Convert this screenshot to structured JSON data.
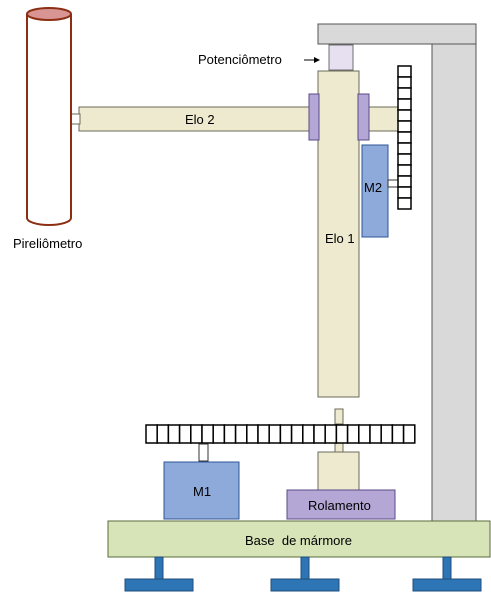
{
  "labels": {
    "potenciometro": "Potenciômetro",
    "elo2": "Elo 2",
    "elo1": "Elo 1",
    "m2": "M2",
    "pireliometro": "Pireliômetro",
    "m1": "M1",
    "rolamento": "Rolamento",
    "base": "Base  de mármore"
  },
  "colors": {
    "tan": "#eeeacf",
    "tan_stroke": "#6b6b5a",
    "blue": "#8eaadb",
    "blue_stroke": "#2f5597",
    "purple": "#b4a7d6",
    "purple_stroke": "#5b4a8a",
    "green": "#d6e4b8",
    "green_stroke": "#5a6b3a",
    "gray": "#d9d9d9",
    "lavender": "#e6e0f0",
    "foot": "#2e75b6",
    "cylinder_top": "#d99594",
    "cylinder_stroke": "#8b2e12"
  }
}
